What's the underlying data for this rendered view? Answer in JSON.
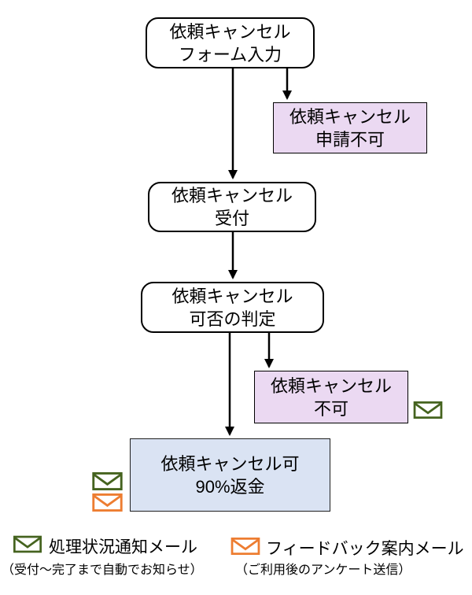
{
  "flowchart": {
    "nodes": {
      "form": {
        "line1": "依頼キャンセル",
        "line2": "フォーム入力"
      },
      "reject_apply": {
        "line1": "依頼キャンセル",
        "line2": "申請不可"
      },
      "accept": {
        "line1": "依頼キャンセル",
        "line2": "受付"
      },
      "judge": {
        "line1": "依頼キャンセル",
        "line2": "可否の判定"
      },
      "deny": {
        "line1": "依頼キャンセル",
        "line2": "不可"
      },
      "approve": {
        "line1": "依頼キャンセル可",
        "line2": "90%返金"
      }
    },
    "colors": {
      "node_fill_white": "#FFFFFF",
      "node_fill_purple": "#EBD9F2",
      "node_fill_blue": "#DAE3F3",
      "node_border": "#000000",
      "arrow": "#000000",
      "mail_green": "#45631F",
      "mail_orange": "#ED7D31"
    }
  },
  "legend": {
    "status_mail": {
      "label": "処理状況通知メール",
      "note": "（受付～完了まで自動でお知らせ）",
      "color": "#45631F"
    },
    "feedback_mail": {
      "label": "フィードバック案内メール",
      "note": "（ご利用後のアンケート送信）",
      "color": "#ED7D31"
    }
  }
}
